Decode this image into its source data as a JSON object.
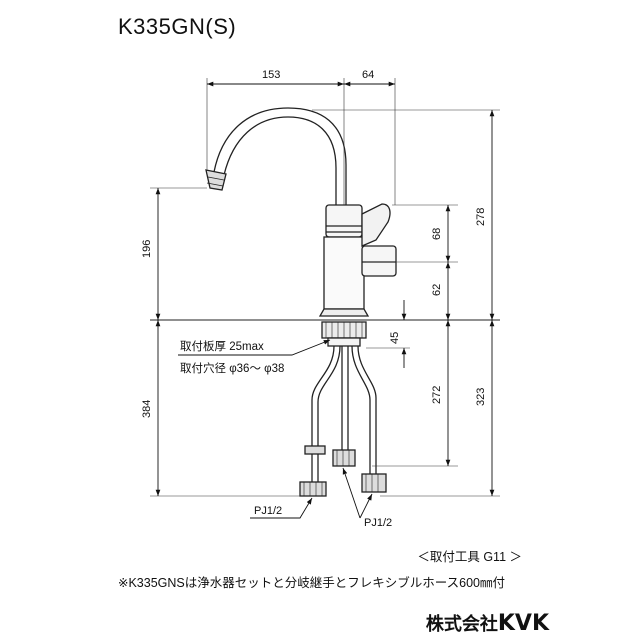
{
  "model": "K335GN(S)",
  "dimensions": {
    "spout_reach": "153",
    "lever_offset": "64",
    "height_above_deck": "196",
    "total_height_top": "278",
    "handle_height": "68",
    "base_height": "62",
    "shank_length": "45",
    "hose_to_lower_fitting": "272",
    "hose_total": "323",
    "below_deck": "384"
  },
  "notes": {
    "deck_thickness": "取付板厚 25max",
    "hole_diameter": "取付穴径  φ36～ φ38"
  },
  "connections": {
    "left": "PJ1/2",
    "right": "PJ1/2"
  },
  "tool": "＜取付工具 G11 ＞",
  "footnote": "※K335GNSは浄水器セットと分岐継手とフレキシブルホース600㎜付",
  "maker": {
    "prefix": "株式会社",
    "brand": "KVK"
  }
}
